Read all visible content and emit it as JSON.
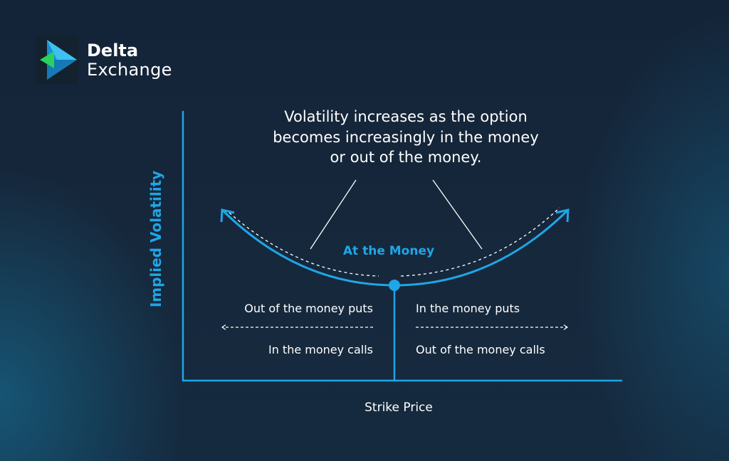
{
  "brand": {
    "name_line1": "Delta",
    "name_line2": "Exchange",
    "logo_icon": "delta-play-triangle-icon",
    "colors": {
      "blue": "#1fa6e6",
      "green": "#27d35a"
    }
  },
  "diagram": {
    "annotation_lines": [
      "Volatility increases as the option",
      "becomes increasingly in the money",
      "or out of the money."
    ],
    "y_axis_label": "Implied Volatility",
    "x_axis_label": "Strike Price",
    "curve_label": "At the Money",
    "left_labels": {
      "top": "Out of the money puts",
      "bottom": "In the money calls"
    },
    "right_labels": {
      "top": "In the money puts",
      "bottom": "Out of the money calls"
    },
    "colors": {
      "accent": "#1fa6e6",
      "text": "#ffffff",
      "axis": "#1fa6e6"
    }
  }
}
